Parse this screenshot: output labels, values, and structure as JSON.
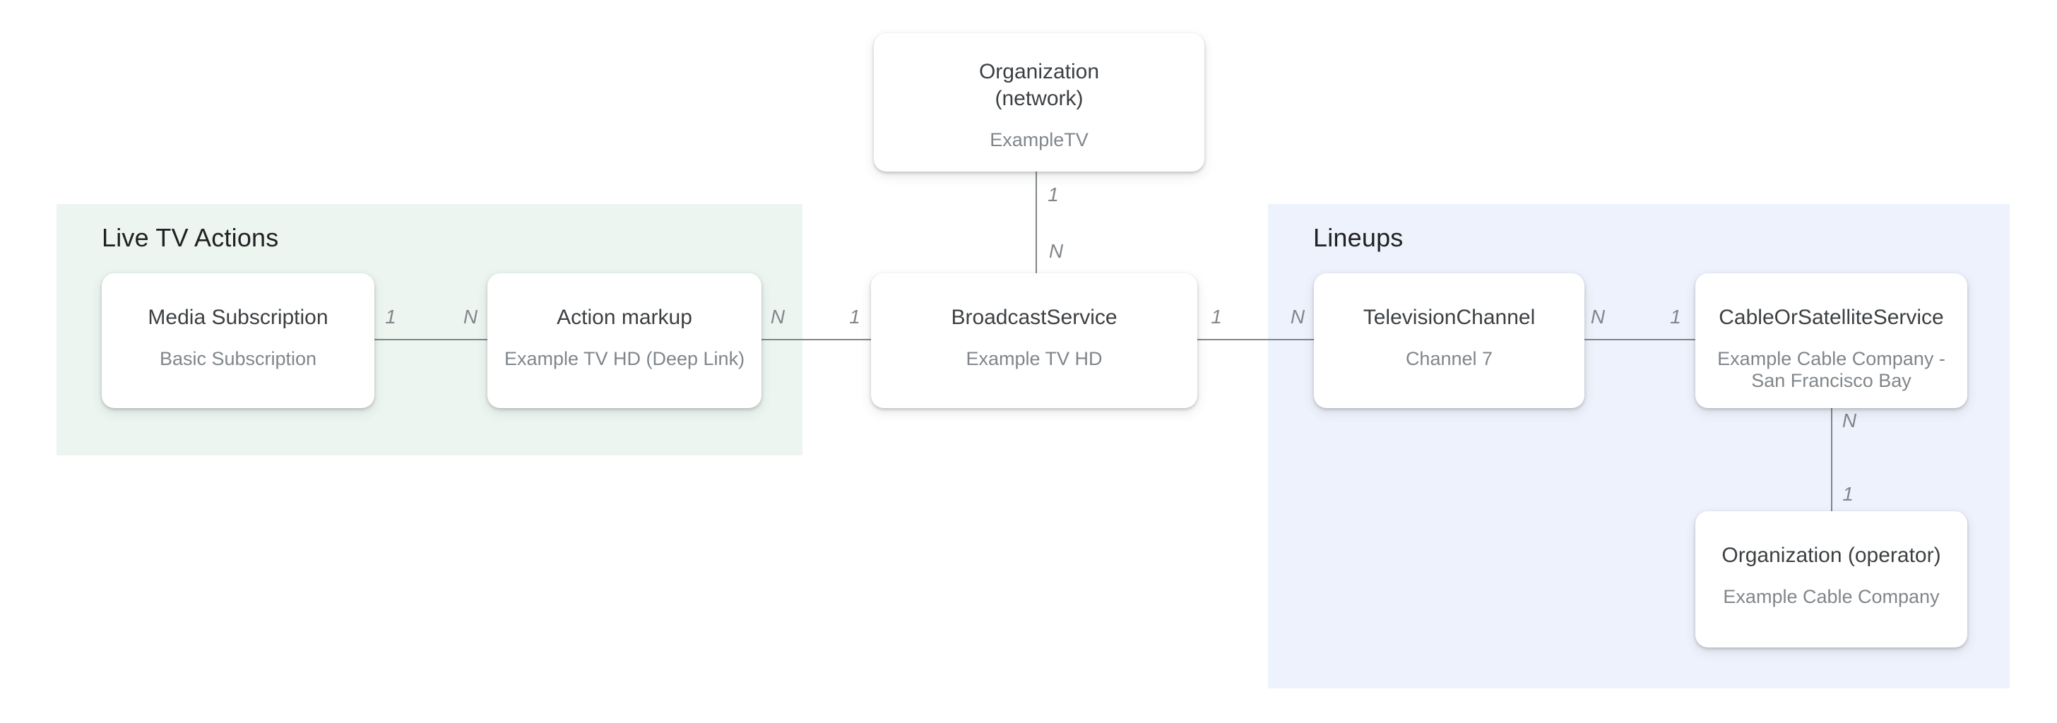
{
  "diagram": {
    "colors": {
      "canvas_bg": "#ffffff",
      "group_green_bg": "#edf5f0",
      "group_blue_bg": "#eef2fc",
      "node_bg": "#ffffff",
      "node_title": "#3c4043",
      "node_subtitle": "#80868b",
      "group_label": "#202124",
      "edge_line": "#80868b",
      "cardinality": "#80868b"
    },
    "groups": [
      {
        "label": "Live TV Actions"
      },
      {
        "label": "Lineups"
      }
    ],
    "nodes": [
      {
        "title": "Organization\n(network)",
        "subtitle": "ExampleTV"
      },
      {
        "title": "Media Subscription",
        "subtitle": "Basic Subscription"
      },
      {
        "title": "Action markup",
        "subtitle": "Example TV HD (Deep Link)"
      },
      {
        "title": "BroadcastService",
        "subtitle": "Example TV HD"
      },
      {
        "title": "TelevisionChannel",
        "subtitle": "Channel 7"
      },
      {
        "title": "CableOrSatelliteService",
        "subtitle": "Example Cable Company -\nSan Francisco Bay"
      },
      {
        "title": "Organization (operator)",
        "subtitle": "Example Cable Company"
      }
    ],
    "edges": [
      {
        "from": "Organization (network)",
        "to": "BroadcastService",
        "from_card": "1",
        "to_card": "N"
      },
      {
        "from": "Media Subscription",
        "to": "Action markup",
        "from_card": "1",
        "to_card": "N"
      },
      {
        "from": "Action markup",
        "to": "BroadcastService",
        "from_card": "N",
        "to_card": "1"
      },
      {
        "from": "BroadcastService",
        "to": "TelevisionChannel",
        "from_card": "1",
        "to_card": "N"
      },
      {
        "from": "TelevisionChannel",
        "to": "CableOrSatelliteService",
        "from_card": "N",
        "to_card": "1"
      },
      {
        "from": "CableOrSatelliteService",
        "to": "Organization (operator)",
        "from_card": "N",
        "to_card": "1"
      }
    ]
  }
}
